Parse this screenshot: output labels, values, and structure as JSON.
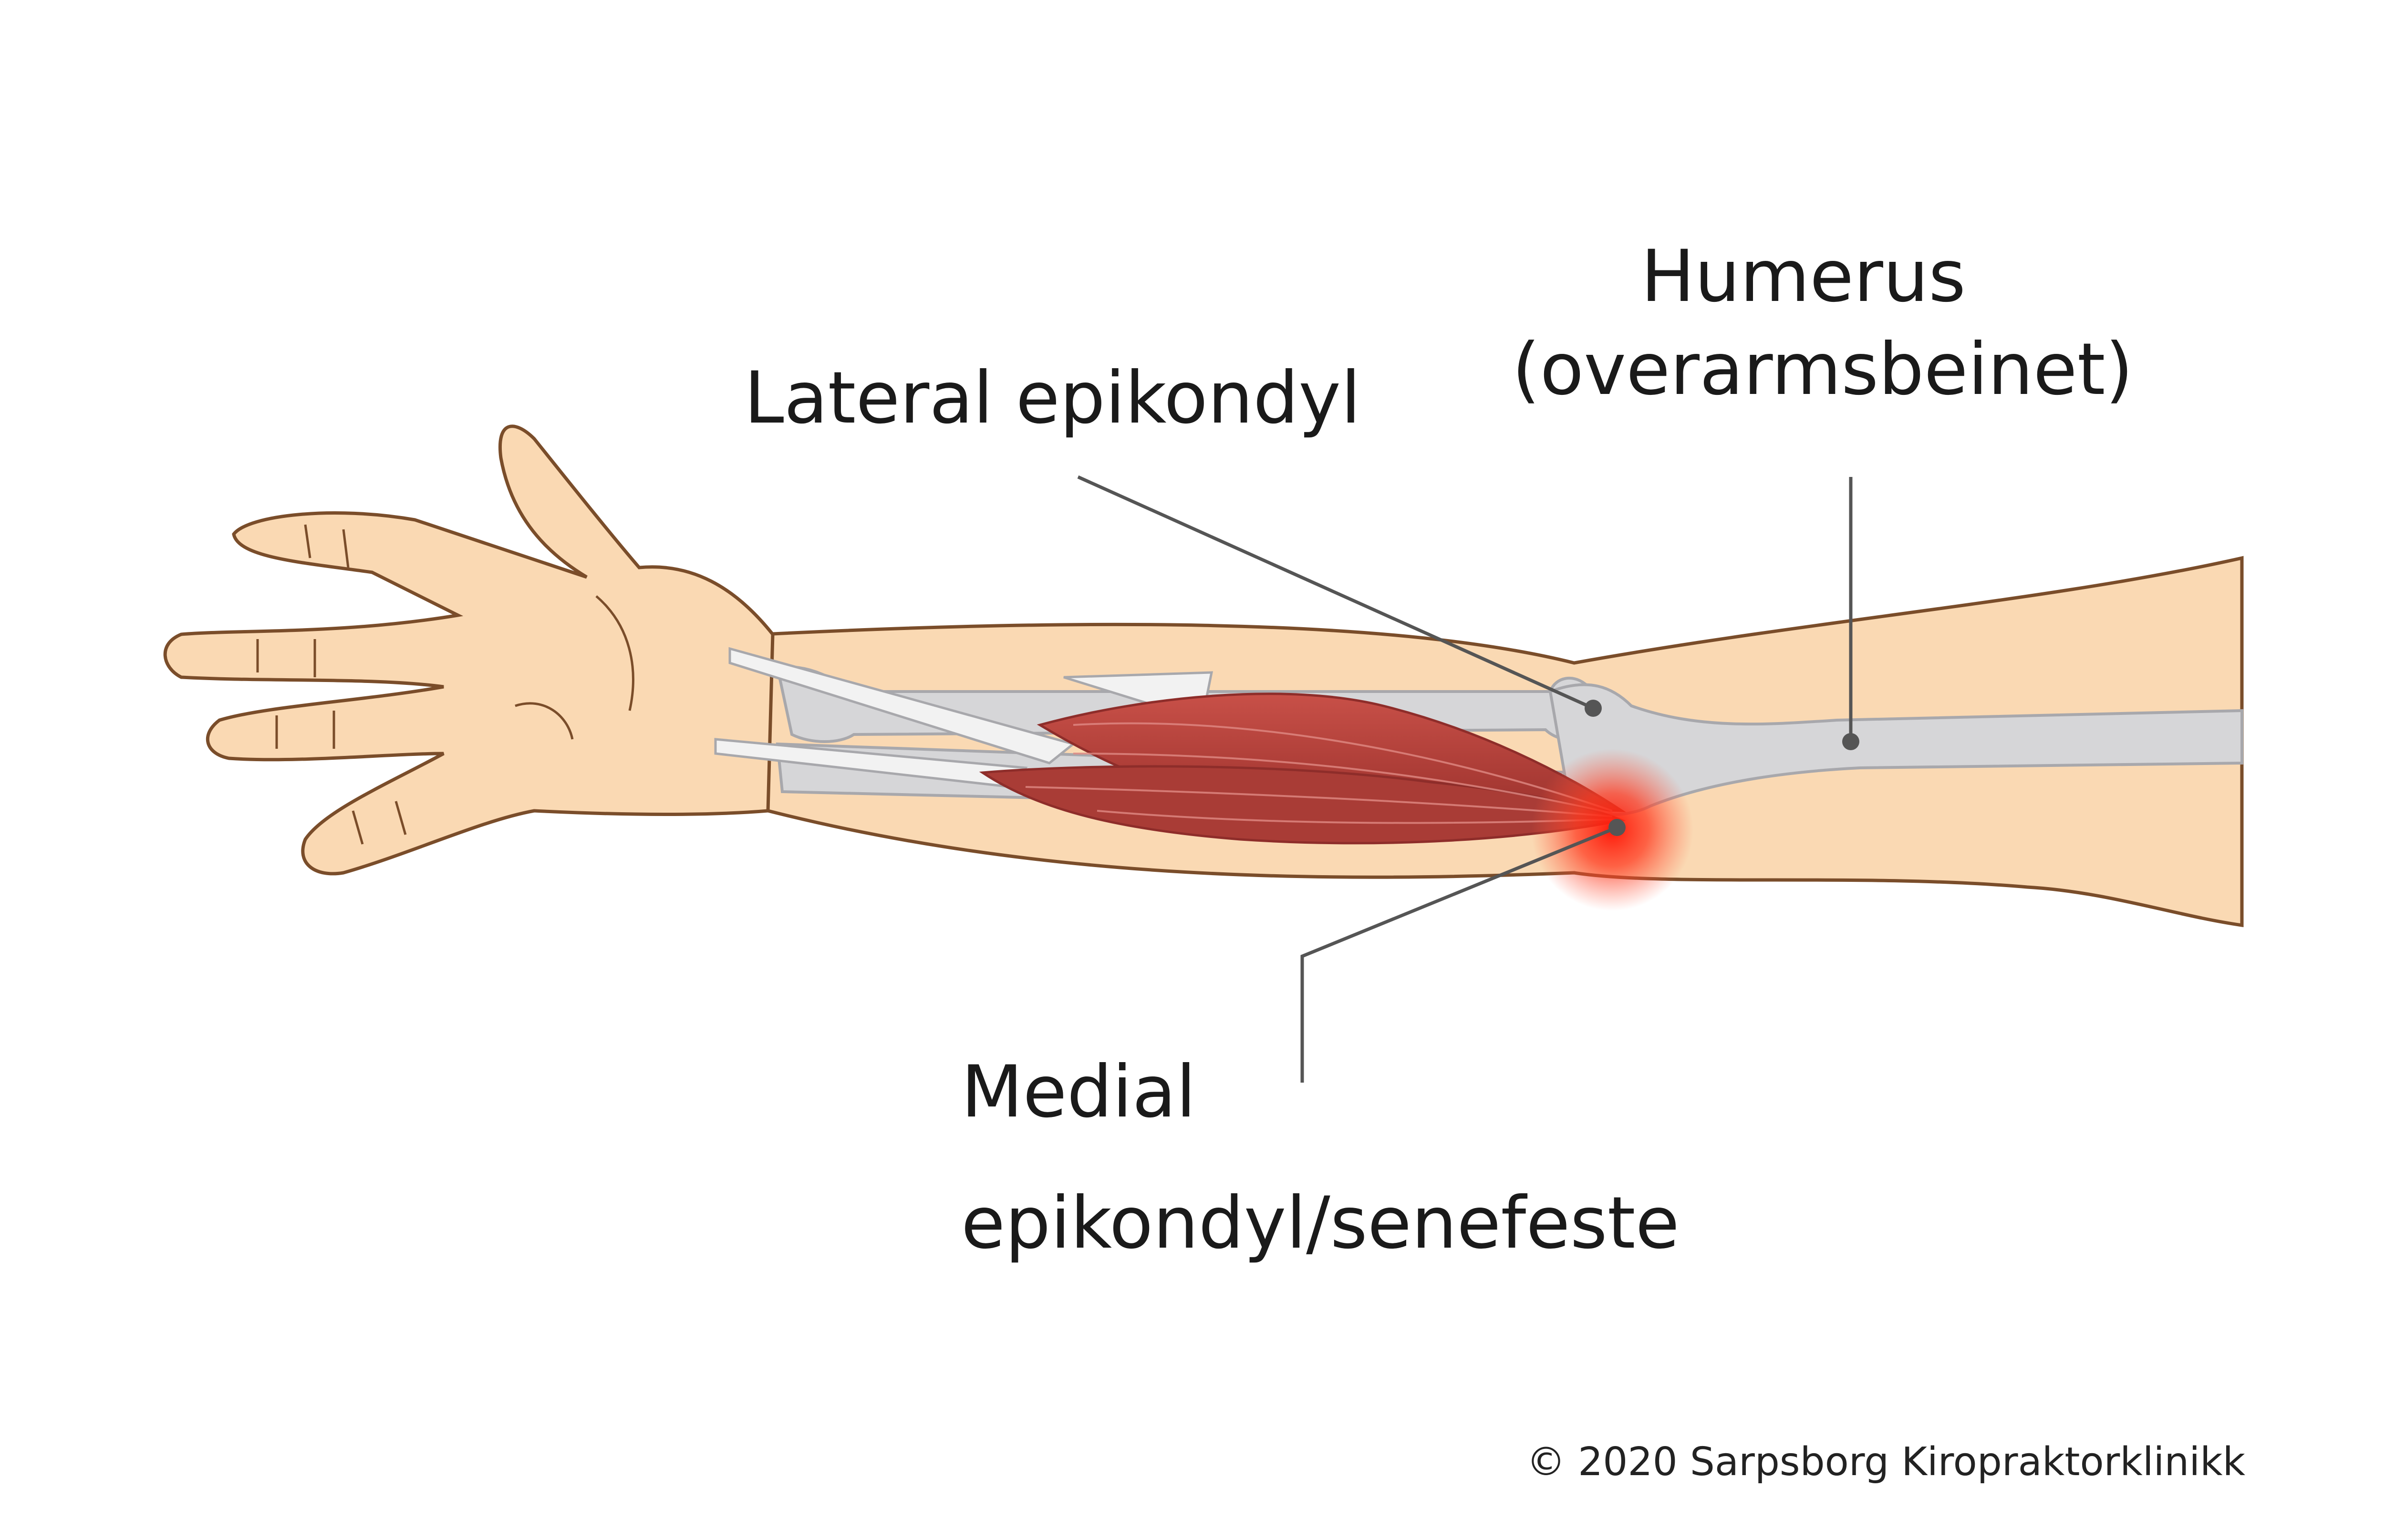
{
  "labels": {
    "humerus_line1": "Humerus",
    "humerus_line2": "(overarmsbeinet)",
    "lateral": "Lateral epikondyl",
    "medial_line1": "Medial",
    "medial_line2": "epikondyl/senefeste"
  },
  "copyright": "© 2020 Sarpsborg Kiropraktorklinikk",
  "colors": {
    "skin": "#fad9b3",
    "skin_outline": "#7a4d2a",
    "bone": "#d6d6d8",
    "bone_outline": "#a8a8ac",
    "muscle": "#b8453e",
    "muscle_dark": "#8e2d2a",
    "tendon": "#f2f2f2",
    "pain_spot": "#ff2a1a",
    "leader_line": "#555555",
    "text": "#1a1a1a"
  },
  "icons": {
    "arm": "forearm-illustration",
    "pain": "pain-spot-glow"
  }
}
